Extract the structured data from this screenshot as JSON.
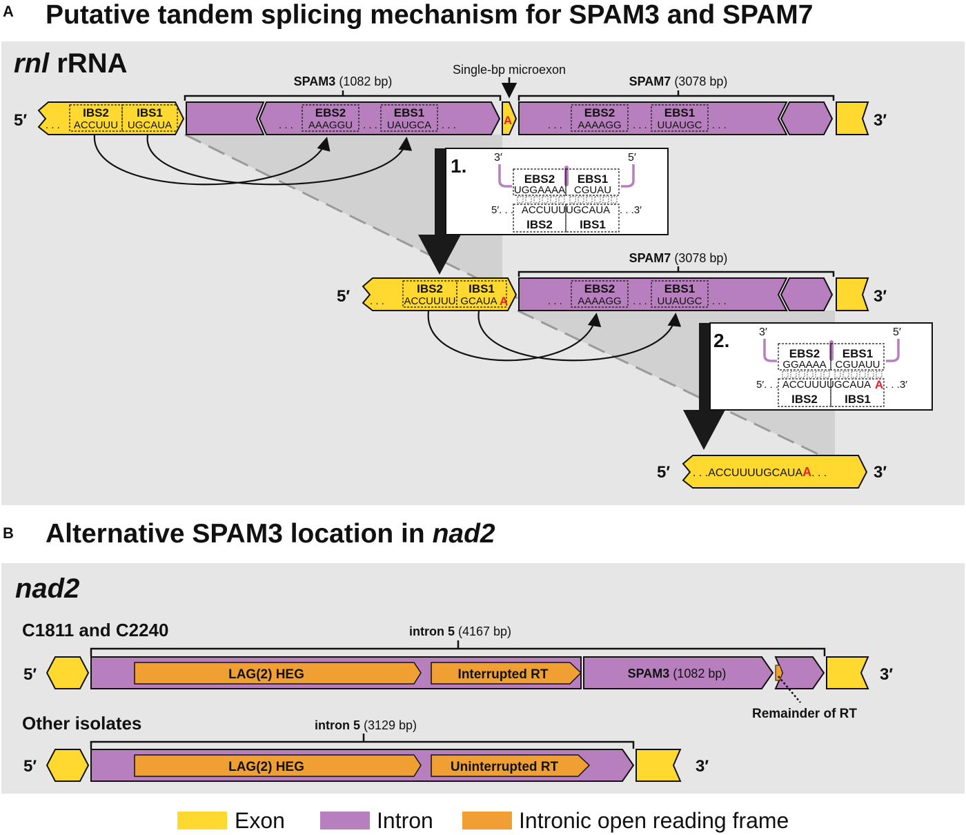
{
  "panel_a": {
    "letter": "A",
    "title": "Putative tandem splicing mechanism for SPAM3 and SPAM7",
    "gene_name_italic": "rnl",
    "gene_name_rest": " rRNA",
    "spam3": {
      "name": "SPAM3",
      "size": "(1082 bp)"
    },
    "spam7": {
      "name": "SPAM7",
      "size": "(3078 bp)"
    },
    "microexon_label": "Single-bp microexon",
    "microexon_base": "A",
    "five_prime": "5′",
    "three_prime": "3′",
    "ellipsis": ". . .",
    "ibs2": "IBS2",
    "ibs1": "IBS1",
    "ebs2": "EBS2",
    "ebs1": "EBS1",
    "row1": {
      "ibs2_seq": "ACCUUU",
      "ibs1_seq": "UGCAUA",
      "spam3_ebs2_seq": "AAAGGU",
      "spam3_ebs1_seq": "UAUGCA",
      "spam7_ebs2_seq": "AAAAGG",
      "spam7_ebs1_seq": "UUAUGC"
    },
    "row2": {
      "ibs2_seq": "ACCUUUU",
      "ibs1_seq": "GCAUA",
      "ibs1_extra": "A",
      "spam7_ebs2_seq": "AAAAGG",
      "spam7_ebs1_seq": "UUAUGC"
    },
    "step1": {
      "number": "1.",
      "ebs2_seq": "UGGAAAA",
      "ebs1_seq": "CGUAU",
      "left_end": "5′. . .",
      "ibs_seq": "ACCUUUUGCAUA",
      "right_end": ". . .3′"
    },
    "step2": {
      "number": "2.",
      "ebs2_seq": "GGAAAA",
      "ebs1_seq": "CGUAUU",
      "left_end": "5′. . .",
      "ibs_seq": "ACCUUUUGCAUA",
      "ibs_extra": "A",
      "right_end": ". . .3′"
    },
    "final": {
      "seq": ". . .ACCUUUUGCAUA",
      "extra": "A",
      "tail": ". . ."
    }
  },
  "panel_b": {
    "letter": "B",
    "title_plain": "Alternative SPAM3 location in ",
    "title_italic": "nad2",
    "gene_name": "nad2",
    "isolates_1": "C1811 and C2240",
    "intron1": {
      "name": "intron 5",
      "size": "(4167 bp)"
    },
    "heg": "LAG(2) HEG",
    "interrupted_rt": "Interrupted RT",
    "spam3": {
      "name": "SPAM3",
      "size": "(1082 bp)"
    },
    "remainder_rt": "Remainder of RT",
    "isolates_2": "Other isolates",
    "intron2": {
      "name": "intron 5",
      "size": "(3129 bp)"
    },
    "uninterrupted_rt": "Uninterrupted RT"
  },
  "legend": [
    {
      "label": "Exon",
      "color": "#FFD92F"
    },
    {
      "label": "Intron",
      "color": "#B77FBD"
    },
    {
      "label": "Intronic open reading frame",
      "color": "#F0A032"
    }
  ],
  "colors": {
    "exon": "#FFD92F",
    "intron": "#B77FBD",
    "orf": "#F0A032",
    "panel_bg": "#E6E6E6",
    "red": "#E8202A"
  }
}
